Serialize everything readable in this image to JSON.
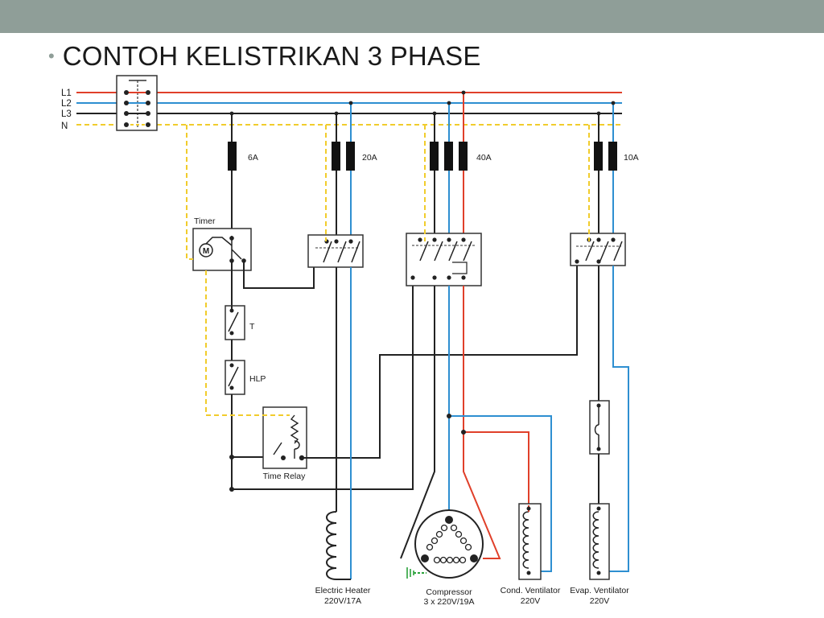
{
  "slide": {
    "bullet": "•",
    "title": "CONTOH KELISTRIKAN 3 PHASE"
  },
  "colors": {
    "top_bar": "#8f9e98",
    "l1": "#e0402a",
    "l2": "#2e8fd1",
    "l3": "#222222",
    "neutral": "#f1cc2c",
    "ground": "#2aa23a"
  },
  "diagram": {
    "phases": [
      "L1",
      "L2",
      "L3",
      "N"
    ],
    "fuses": {
      "f6": "6A",
      "f20": "20A",
      "f40": "40A",
      "f10": "10A"
    },
    "labels": {
      "timer": "Timer",
      "motor": "M",
      "thermostat": "T",
      "hlp": "HLP",
      "time_relay": "Time Relay",
      "heater_name": "Electric Heater",
      "heater_rating": "220V/17A",
      "compressor_name": "Compressor",
      "compressor_rating": "3 x 220V/19A",
      "cond_name": "Cond. Ventilator",
      "cond_rating": "220V",
      "evap_name": "Evap. Ventilator",
      "evap_rating": "220V"
    }
  }
}
